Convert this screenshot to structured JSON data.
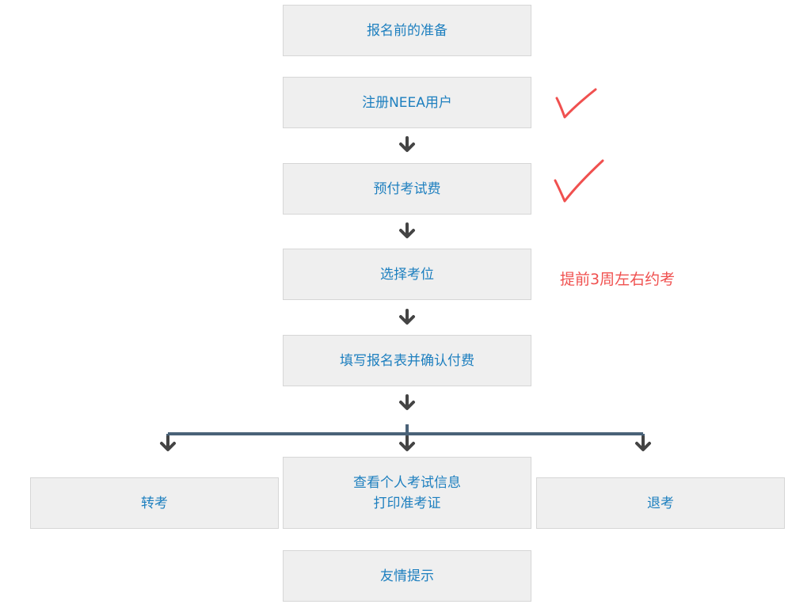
{
  "steps": {
    "prepare": "报名前的准备",
    "register": "注册NEEA用户",
    "prepay": "预付考试费",
    "select_seat": "选择考位",
    "fill_form": "填写报名表并确认付费",
    "transfer": "转考",
    "view_info_line1": "查看个人考试信息",
    "view_info_line2": "打印准考证",
    "withdraw": "退考",
    "tips": "友情提示"
  },
  "annotations": {
    "note": "提前3周左右约考"
  },
  "colors": {
    "box_fill": "#efefef",
    "box_border": "#d6d6d6",
    "box_text": "#1d7fbf",
    "arrow": "#444444",
    "branch_line": "#4a6278",
    "annotation": "#f0504f"
  }
}
